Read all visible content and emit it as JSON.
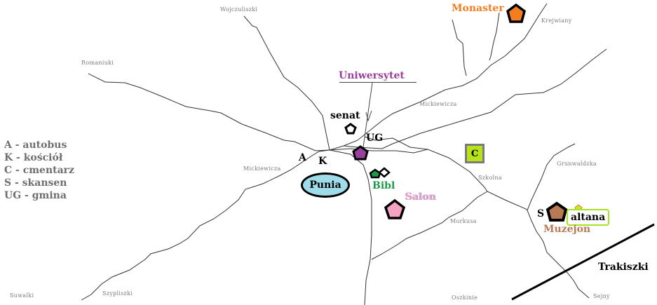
{
  "map": {
    "title": "Punia area sketch map",
    "places": {
      "wojczuliszki": "Wojczuliszki",
      "romaniuki": "Romaniuki",
      "krejwiany": "Krejwiany",
      "mickiewicza_ne": "Mickiewicza",
      "mickiewicza_w": "Mickiewicza",
      "szkolna": "Szkolna",
      "grunwaldzka": "Grunwaldzka",
      "morkusa": "Morkusa",
      "suwalki": "Suwalki",
      "szypliszki": "Szypliszki",
      "oszkinie": "Oszkinie",
      "sejny": "Sejny"
    },
    "landmarks": {
      "monaster": {
        "label": "Monaster",
        "color": "#f47d20"
      },
      "uniwersytet": {
        "label": "Uniwersytet",
        "color": "#9b3f9e"
      },
      "senat": {
        "label": "senat",
        "color": "#000000"
      },
      "ug": {
        "label": "UG",
        "marker_color": "#9b3f9e"
      },
      "a": {
        "label": "A"
      },
      "k": {
        "label": "K"
      },
      "punia": {
        "label": "Punia",
        "color": "#9edcea"
      },
      "bibl": {
        "label": "Bibl",
        "color": "#1f9a4a"
      },
      "salon": {
        "label": "Salon",
        "color": "#f5a3c4"
      },
      "cmentarz": {
        "label": "C",
        "color": "#b7e11b"
      },
      "s": {
        "label": "S"
      },
      "muzejon": {
        "label": "Muzejon",
        "color": "#b87a55"
      },
      "altana": {
        "label": "altana",
        "color": "#a7e21f"
      },
      "trakiszki": {
        "label": "Trakiszki"
      }
    },
    "legend": [
      "A - autobus",
      "K - kościół",
      "C - cmentarz",
      "S - skansen",
      "UG - gmina"
    ]
  }
}
